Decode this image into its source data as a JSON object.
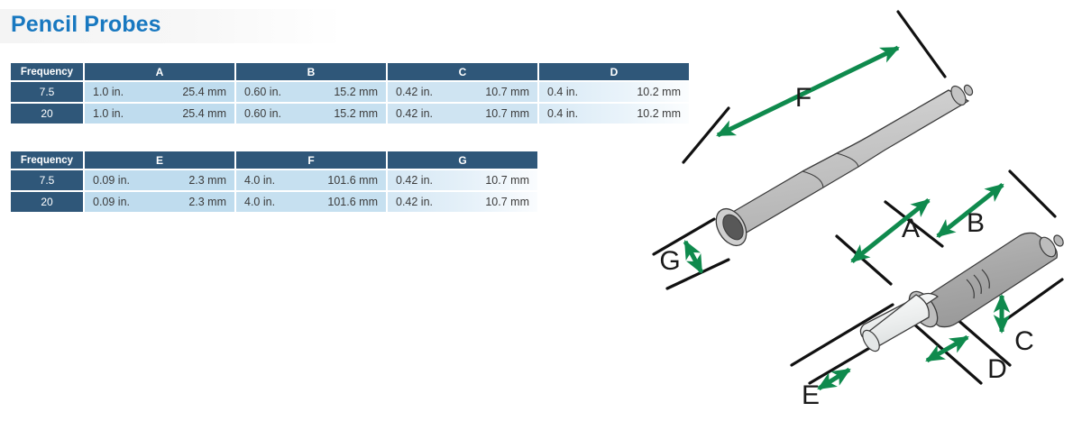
{
  "page_title": "Pencil Probes",
  "colors": {
    "title_blue": "#1878c0",
    "header_navy": "#2f5779",
    "cell_blue": "#bfdcee",
    "arrow_green": "#0f8a4d",
    "leader_black": "#111111",
    "body_gray": "#c2c2c2",
    "tip_white": "#f0f2f2",
    "bore_dark": "#555555"
  },
  "tables": [
    {
      "name": "table-dimensions-abcd",
      "freq_header": "Frequency",
      "columns": [
        "A",
        "B",
        "C",
        "D"
      ],
      "rows": [
        {
          "frequency": "7.5",
          "cells": [
            {
              "in": "1.0 in.",
              "mm": "25.4 mm"
            },
            {
              "in": "0.60 in.",
              "mm": "15.2 mm"
            },
            {
              "in": "0.42 in.",
              "mm": "10.7 mm"
            },
            {
              "in": "0.4 in.",
              "mm": "10.2 mm"
            }
          ]
        },
        {
          "frequency": "20",
          "cells": [
            {
              "in": "1.0 in.",
              "mm": "25.4 mm"
            },
            {
              "in": "0.60 in.",
              "mm": "15.2 mm"
            },
            {
              "in": "0.42 in.",
              "mm": "10.7 mm"
            },
            {
              "in": "0.4 in.",
              "mm": "10.2 mm"
            }
          ]
        }
      ]
    },
    {
      "name": "table-dimensions-efg",
      "freq_header": "Frequency",
      "columns": [
        "E",
        "F",
        "G"
      ],
      "rows": [
        {
          "frequency": "7.5",
          "cells": [
            {
              "in": "0.09 in.",
              "mm": "2.3 mm"
            },
            {
              "in": "4.0 in.",
              "mm": "101.6 mm"
            },
            {
              "in": "0.42 in.",
              "mm": "10.7 mm"
            }
          ]
        },
        {
          "frequency": "20",
          "cells": [
            {
              "in": "0.09 in.",
              "mm": "2.3 mm"
            },
            {
              "in": "4.0 in.",
              "mm": "101.6 mm"
            },
            {
              "in": "0.42 in.",
              "mm": "10.7 mm"
            }
          ]
        }
      ]
    }
  ],
  "illustration": {
    "name": "pencil-probe-diagram",
    "dimension_labels": {
      "F": "F",
      "G": "G",
      "A": "A",
      "B": "B",
      "C": "C",
      "D": "D",
      "E": "E"
    }
  }
}
